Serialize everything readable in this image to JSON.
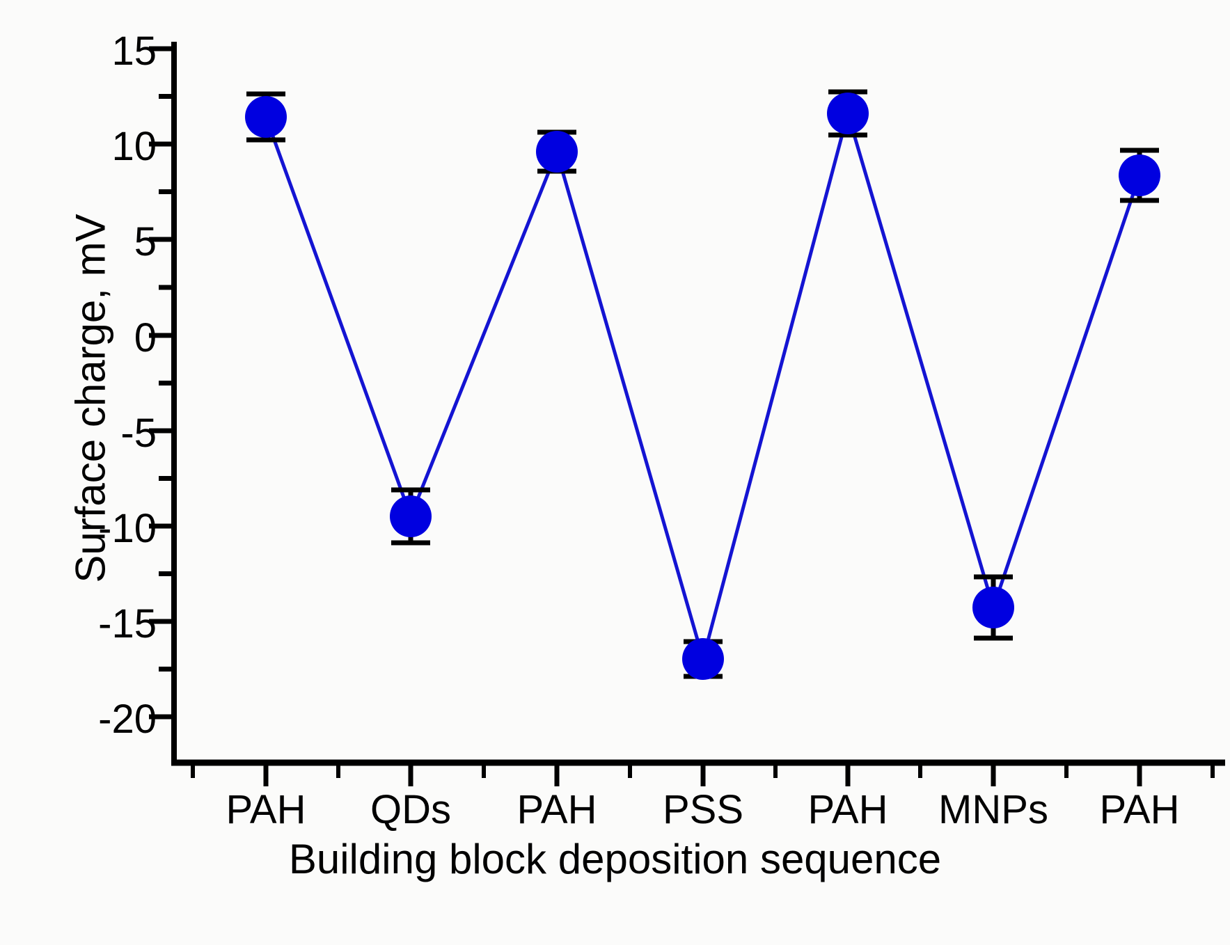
{
  "chart_data": {
    "type": "line",
    "title": "",
    "xlabel": "Building block deposition sequence",
    "ylabel": "Surface charge, mV",
    "categories": [
      "PAH",
      "QDs",
      "PAH",
      "PSS",
      "PAH",
      "MNPs",
      "PAH"
    ],
    "values": [
      11.0,
      -9.4,
      9.9,
      -16.9,
      11.7,
      -14.0,
      8.7
    ],
    "errors": [
      1.2,
      1.4,
      1.0,
      0.9,
      1.1,
      1.6,
      1.3
    ],
    "series": [
      {
        "name": "Surface charge",
        "values": [
          11.0,
          -9.4,
          9.9,
          -16.9,
          11.7,
          -14.0,
          8.7
        ],
        "errors": [
          1.2,
          1.4,
          1.0,
          0.9,
          1.1,
          1.6,
          1.3
        ],
        "color": "#0000e0",
        "marker": "filled-circle"
      }
    ],
    "ylim": [
      -20,
      15
    ],
    "ytick_labels": [
      "15",
      "10",
      "5",
      "0",
      "-5",
      "-10",
      "-15",
      "-20"
    ],
    "ytick_values": [
      15,
      10,
      5,
      0,
      -5,
      -10,
      -15,
      -20
    ],
    "yminor_step": 2.5,
    "grid": false,
    "legend": "none",
    "marker_color": "#0000e0",
    "line_color": "#2222d8",
    "axis_color": "#000000",
    "background": "#fbfbfa"
  },
  "axes": {
    "y_title": "Surface charge, mV",
    "x_title": "Building block deposition sequence"
  }
}
